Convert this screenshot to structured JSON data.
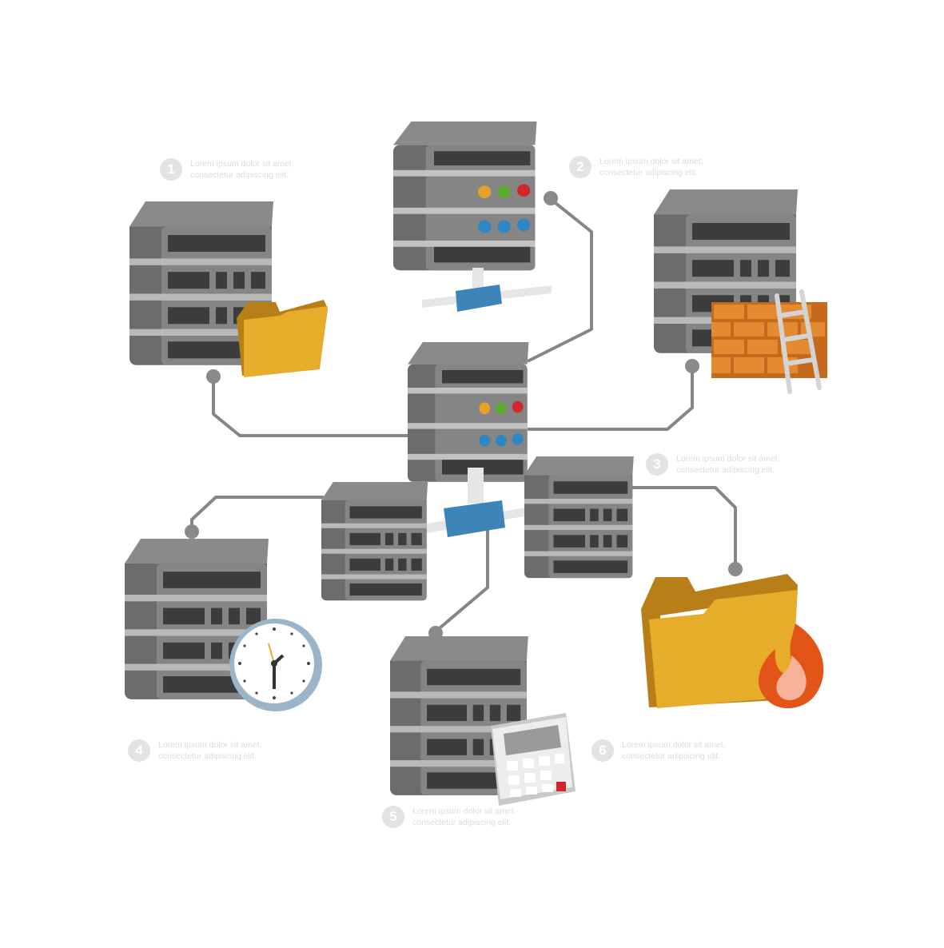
{
  "colors": {
    "server_top": "#7e7e7e",
    "server_side": "#6e6e6e",
    "server_front": "#8c8c8c",
    "slot": "#3d3d3d",
    "connector": "#868686",
    "hub": "#3d85b8",
    "folder": "#e8ac2b",
    "brick": "#e48a30",
    "flame": "#e25417",
    "clock_ring": "#9bb5c8",
    "led_yellow": "#e7a02a",
    "led_green": "#5fa82f",
    "led_red": "#d3262a",
    "led_blue": "#2f86c4"
  },
  "icons": [
    "server-icon",
    "folder-icon",
    "firewall-icon",
    "ladder-icon",
    "clock-icon",
    "calculator-icon",
    "flame-icon",
    "network-hub-icon"
  ],
  "labels": [
    {
      "number": "1",
      "line1": "Lorem ipsum dolor sit amet,",
      "line2": "consectetur adipiscing elit."
    },
    {
      "number": "2",
      "line1": "Lorem ipsum dolor sit amet,",
      "line2": "consectetur adipiscing elit."
    },
    {
      "number": "3",
      "line1": "Lorem ipsum dolor sit amet,",
      "line2": "consectetur adipiscing elit."
    },
    {
      "number": "4",
      "line1": "Lorem ipsum dolor sit amet,",
      "line2": "consectetur adipiscing elit."
    },
    {
      "number": "5",
      "line1": "Lorem ipsum dolor sit amet,",
      "line2": "consectetur adipiscing elit."
    },
    {
      "number": "6",
      "line1": "Lorem ipsum dolor sit amet,",
      "line2": "consectetur adipiscing elit."
    }
  ]
}
